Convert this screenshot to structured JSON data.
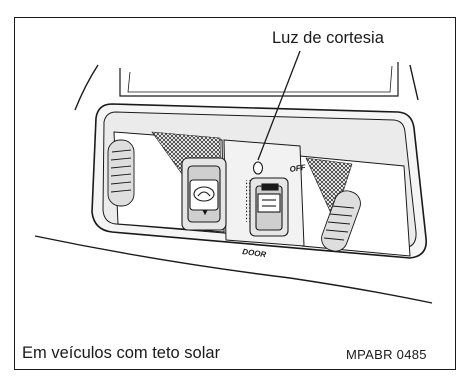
{
  "figure": {
    "callout_label": "Luz de cortesia",
    "caption": "Em veículos com teto solar",
    "code": "MPABR 0485",
    "switch_marks": {
      "off": "OFF",
      "door": "DOOR"
    }
  }
}
